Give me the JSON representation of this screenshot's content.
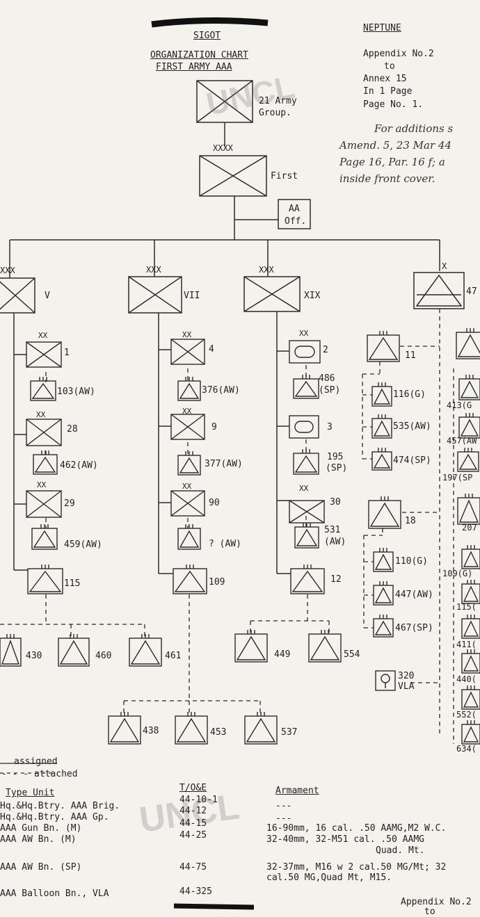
{
  "header": {
    "classification": "SIGOT",
    "title_line1": "ORGANIZATION CHART",
    "title_line2": "FIRST ARMY AAA",
    "operation": "NEPTUNE",
    "appendix_line1": "Appendix No.2",
    "appendix_line2": "to",
    "appendix_line3": "Annex 15",
    "appendix_line4": "In 1 Page",
    "appendix_line5": "Page No. 1.",
    "handwritten_line1": "For additions s",
    "handwritten_line2": "Amend. 5, 23 Mar 44",
    "handwritten_line3": "Page 16, Par. 16 f; a",
    "handwritten_line4": "inside front cover."
  },
  "chart": {
    "top": {
      "label": "21 Army Group.",
      "label_line1": "21 Army",
      "label_line2": "Group."
    },
    "army": {
      "echelon": "XXXX",
      "label": "First"
    },
    "aa_officer": {
      "line1": "AA",
      "line2": "Off."
    },
    "corps": [
      {
        "echelon": "XXX",
        "label": "V",
        "divisions": [
          {
            "echelon": "XX",
            "label": "1",
            "attached": "103(AW)"
          },
          {
            "echelon": "XX",
            "label": "28",
            "attached": "462(AW)"
          },
          {
            "echelon": "XX",
            "label": "29",
            "attached": "459(AW)"
          }
        ],
        "group": "115",
        "group_units": [
          "430",
          "460",
          "461"
        ]
      },
      {
        "echelon": "XXX",
        "label": "VII",
        "divisions": [
          {
            "echelon": "XX",
            "label": "4",
            "attached": "376(AW)"
          },
          {
            "echelon": "XX",
            "label": "9",
            "attached": "377(AW)"
          },
          {
            "echelon": "XX",
            "label": "90",
            "attached": "? (AW)"
          }
        ],
        "group": "109",
        "group_units": [
          "438",
          "453",
          "537"
        ]
      },
      {
        "echelon": "XXX",
        "label": "XIX",
        "divisions": [
          {
            "echelon": "XX",
            "label": "2",
            "attached": "486 (SP)",
            "att_l1": "486",
            "att_l2": "(SP)"
          },
          {
            "echelon": "",
            "label": "3",
            "attached": "195 (SP)",
            "att_l1": "195",
            "att_l2": "(SP)"
          },
          {
            "echelon": "XX",
            "label": "30",
            "attached": "531 (AW)",
            "att_l1": "531",
            "att_l2": "(AW)"
          }
        ],
        "group": "12",
        "group_units": [
          "449",
          "554"
        ]
      },
      {
        "echelon": "X",
        "label": "47"
      }
    ],
    "brigade_groups": [
      {
        "label": "11",
        "units": [
          "116(G)",
          "535(AW)",
          "474(SP)"
        ]
      },
      {
        "label": "18",
        "units": [
          "110(G)",
          "447(AW)",
          "467(SP)"
        ]
      }
    ],
    "balloon": {
      "line1": "320",
      "line2": "VLA"
    },
    "right_column": [
      "413(G",
      "457(AW",
      "197(SP",
      "207",
      "109(G)",
      "115(",
      "411(",
      "440(",
      "552(",
      "634("
    ]
  },
  "legend": {
    "assigned": "assigned",
    "attached": "- - - attached"
  },
  "table": {
    "headers": {
      "type": "Type Unit",
      "toe": "T/O&E",
      "armament": "Armament"
    },
    "rows": [
      {
        "type": "Hq.&Hq.Btry. AAA Brig.",
        "toe": "44-10-1",
        "armament": "---"
      },
      {
        "type": "Hq.&Hq.Btry. AAA Gp.",
        "toe": "44-12",
        "armament": "---"
      },
      {
        "type": "AAA Gun Bn. (M)",
        "toe": "44-15",
        "armament": "16-90mm, 16 cal. .50 AAMG,M2 W.C."
      },
      {
        "type": "AAA AW Bn. (M)",
        "toe": "44-25",
        "armament": "32-40mm, 32-M51 cal. .50 AAMG",
        "armament2": "Quad. Mt."
      },
      {
        "type": "AAA AW Bn. (SP)",
        "toe": "44-75",
        "armament": "32-37mm, M16 w 2 cal.50 MG/Mt; 32",
        "armament2": "cal.50 MG,Quad Mt, M15."
      },
      {
        "type": "AAA Balloon Bn., VLA",
        "toe": "44-325",
        "armament": ""
      }
    ]
  },
  "footer": {
    "text": "Appendix No.2",
    "line2": "to"
  }
}
